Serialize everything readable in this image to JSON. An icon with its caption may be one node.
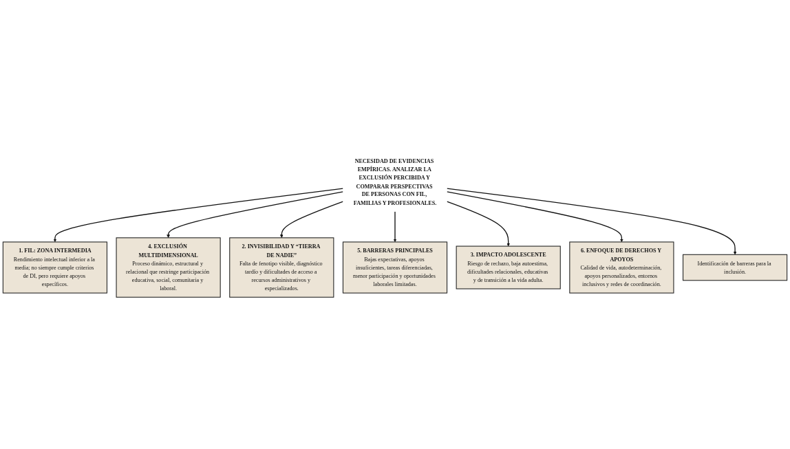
{
  "diagram": {
    "nodes": [
      {
        "text": [
          "1. FIL: ZONA INTERMEDIA",
          "Rendimiento intelectual inferior a la media; no siempre cumple criterios de DI, pero requiere apoyos específicos."
        ]
      },
      {
        "text": [
          "4. EXCLUSIÓN MULTIDIMENSIONAL",
          "Proceso dinámico, estructural y relacional que restringe participación educativa, social, comunitaria y laboral."
        ]
      },
      {
        "text": [
          "2. INVISIBILIDAD Y “TIERRA DE NADIE”",
          "Falta de fenotipo visible, diagnóstico tardío y dificultades de acceso a recursos administrativos y especializados."
        ]
      },
      {
        "text": [
          "NECESIDAD DE EVIDENCIAS EMPÍRICAS. ANALIZAR LA EXCLUSIÓN PERCIBIDA Y COMPARAR PERSPECTIVAS DE PERSONAS CON FIL, FAMILIAS Y PROFESIONALES."
        ]
      },
      {
        "text": [
          "5. BARRERAS PRINCIPALES",
          "Bajas expectativas, apoyos insuficientes, tareas diferenciadas, menor participación y oportunidades laborales limitadas."
        ]
      },
      {
        "text": [
          "3. IMPACTO ADOLESCENTE",
          "Riesgo de rechazo, baja autoestima, dificultades relacionales, educativas y de transición a la vida adulta."
        ]
      },
      {
        "text": [
          "6. ENFOQUE DE DERECHOS Y APOYOS",
          "Calidad de vida, autodeterminación, apoyos personalizados, entornos inclusivos y redes de coordinación."
        ]
      },
      {
        "text": [
          "Identificación de barreras para la inclusión."
        ]
      }
    ],
    "edges": [
      {
        "from": 3,
        "to": 0,
        "arrow": "to"
      },
      {
        "from": 3,
        "to": 1,
        "arrow": "to"
      },
      {
        "from": 3,
        "to": 2,
        "arrow": "to"
      },
      {
        "from": 3,
        "to": 4,
        "arrow": "to"
      },
      {
        "from": 3,
        "to": 5,
        "arrow": "to"
      },
      {
        "from": 3,
        "to": 6,
        "arrow": "to"
      },
      {
        "from": 3,
        "to": 7,
        "arrow": "to"
      }
    ]
  }
}
